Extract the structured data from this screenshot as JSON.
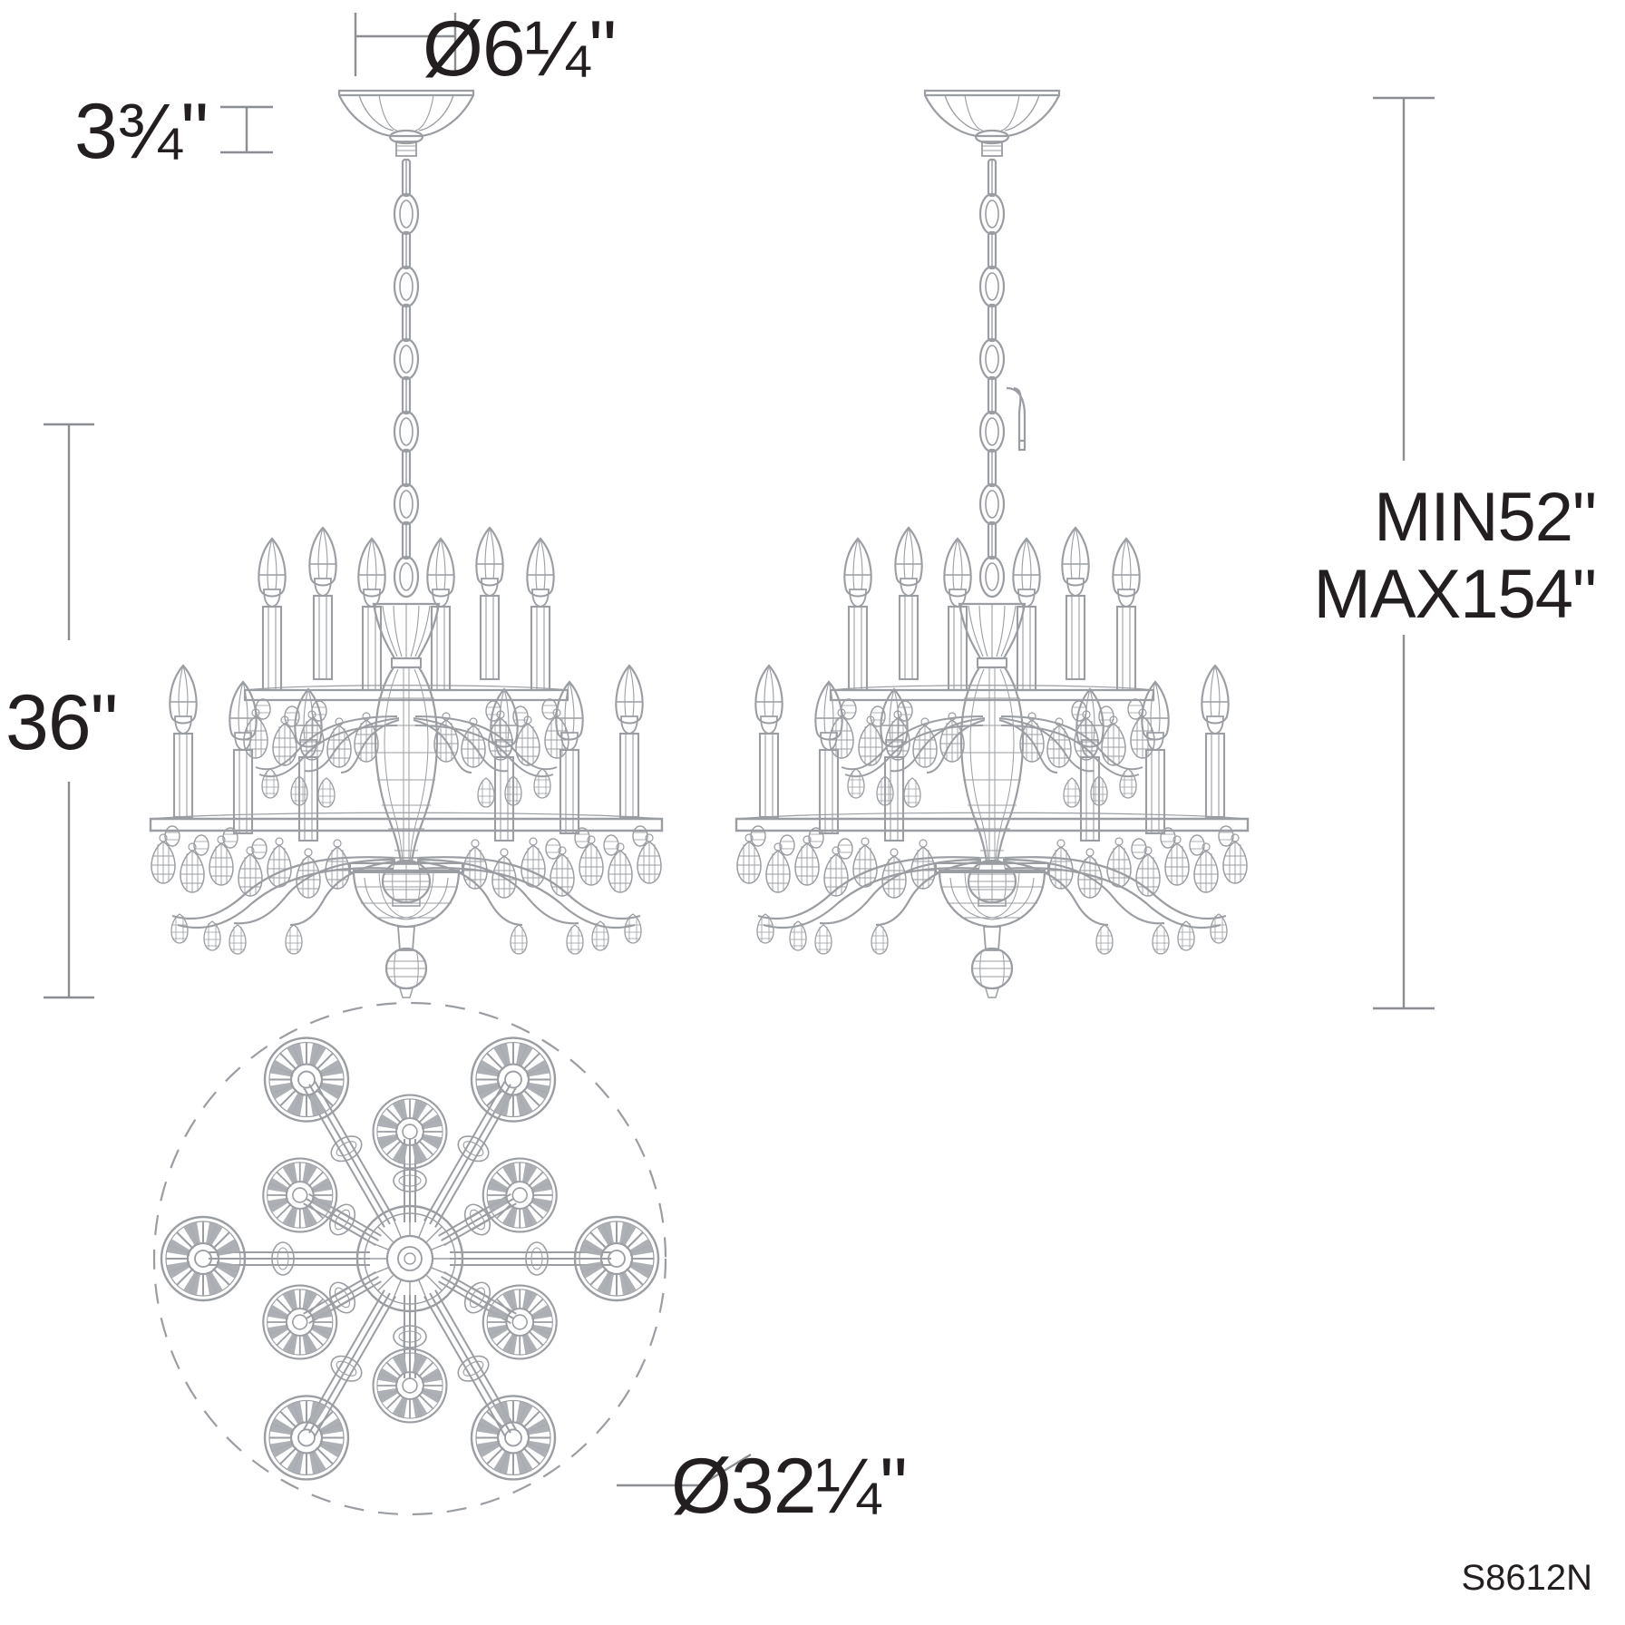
{
  "drawing": {
    "type": "chandelier-specification-drawing",
    "model_number": "S8612N",
    "line_color": "#9a9da2",
    "dimension_line_color": "#8a8d92",
    "text_color": "#231f20",
    "background": "#ffffff"
  },
  "dimensions": {
    "canopy_diameter": {
      "label": "Ø6¼\"",
      "value": 6.25,
      "unit": "in",
      "kind": "diameter",
      "target": "canopy"
    },
    "canopy_height": {
      "label": "3¾\"",
      "value": 3.75,
      "unit": "in",
      "kind": "height",
      "target": "canopy"
    },
    "fixture_height": {
      "label": "36\"",
      "value": 36,
      "unit": "in",
      "kind": "height",
      "target": "fixture-body"
    },
    "overall_height_min": {
      "label": "MIN52\"",
      "value": 52,
      "unit": "in",
      "kind": "overall-height-min"
    },
    "overall_height_max": {
      "label": "MAX154\"",
      "value": 154,
      "unit": "in",
      "kind": "overall-height-max"
    },
    "fixture_diameter": {
      "label": "Ø32¼\"",
      "value": 32.25,
      "unit": "in",
      "kind": "diameter",
      "target": "plan-view"
    }
  },
  "views": {
    "elevation_left": {
      "name": "elevation-view-left",
      "tiers": 2,
      "upper_arms": 6,
      "lower_arms": 6
    },
    "elevation_right": {
      "name": "elevation-view-right",
      "tiers": 2,
      "upper_arms": 6,
      "lower_arms": 6
    },
    "plan_bottom": {
      "name": "plan-view",
      "bobeches": 12,
      "outer_circle_style": "dashed"
    }
  },
  "labels": {
    "canopy_diameter_text": "Ø6¼\"",
    "canopy_height_text": "3¾\"",
    "body_height_text": "36\"",
    "min_text": "MIN52\"",
    "max_text": "MAX154\"",
    "plan_diameter_text": "Ø32¼\"",
    "model_text": "S8612N"
  }
}
